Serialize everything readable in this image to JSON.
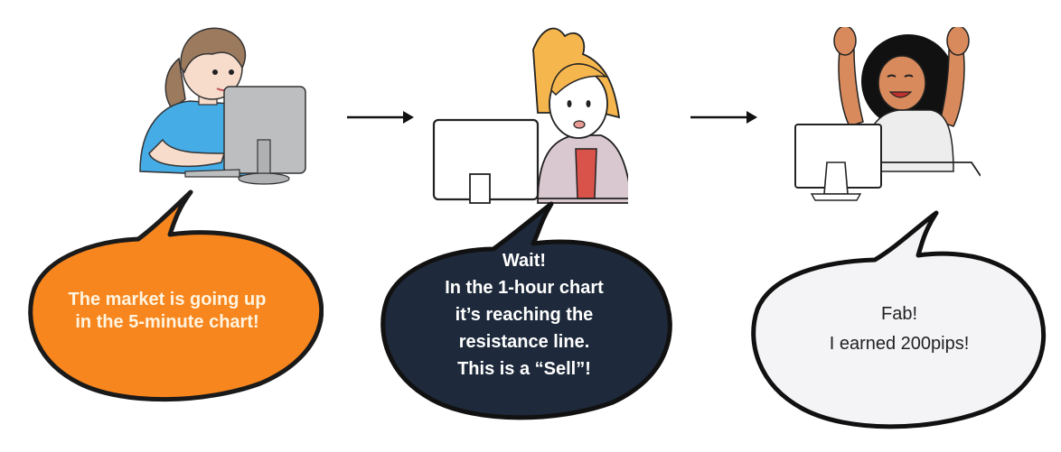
{
  "panels": [
    {
      "id": "panel-1",
      "character": "woman-brown-ponytail-blue-shirt",
      "bubble": {
        "lines": [
          "The market is going up",
          "in the 5-minute chart!"
        ],
        "fill": "#F7861E",
        "text_color": "#FFF4E0"
      }
    },
    {
      "id": "panel-2",
      "character": "woman-orange-hair-worried",
      "bubble": {
        "lines": [
          "Wait!",
          "In the 1-hour chart",
          "it’s reaching the",
          "resistance line.",
          "This is a “Sell”!"
        ],
        "fill": "#1E2A3B",
        "text_color": "#FFFFFF"
      }
    },
    {
      "id": "panel-3",
      "character": "woman-curly-hair-celebrating",
      "bubble": {
        "lines": [
          "Fab!",
          "I earned 200pips!"
        ],
        "fill": "#F4F4F6",
        "text_color": "#222222"
      }
    }
  ],
  "arrows": [
    {
      "from": "panel-1",
      "to": "panel-2",
      "icon": "arrow-right-icon"
    },
    {
      "from": "panel-2",
      "to": "panel-3",
      "icon": "arrow-right-icon"
    }
  ]
}
